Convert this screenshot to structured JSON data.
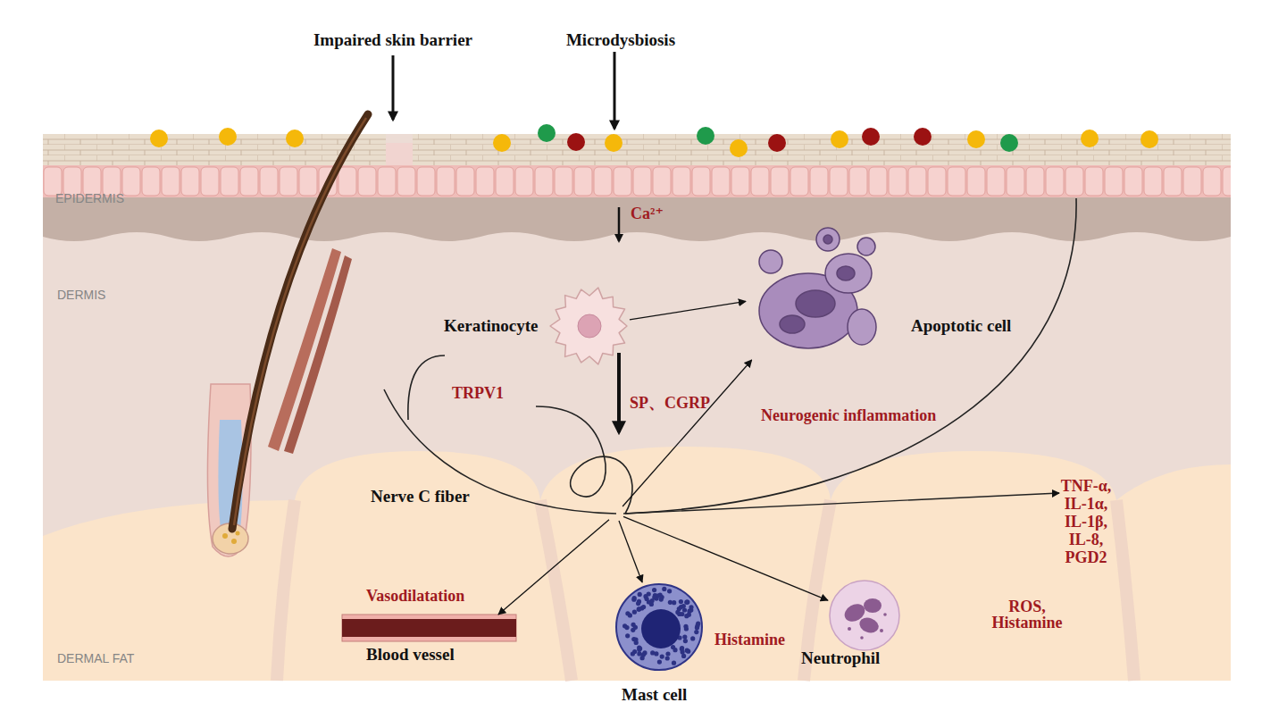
{
  "diagram": {
    "nodes": [
      {
        "text": [
          "Keratinocyte"
        ]
      },
      {
        "text": [
          "Apoptotic cell"
        ]
      },
      {
        "text": [
          "Nerve C fiber"
        ]
      },
      {
        "text": [
          "Vasodilatation",
          "Blood vessel"
        ]
      },
      {
        "text": [
          "Mast cell",
          "Histamine"
        ]
      },
      {
        "text": [
          "ROS, Histamine",
          "Neutrophil"
        ]
      }
    ],
    "edges": [
      {
        "from": 0,
        "to": 1,
        "arrow": "to"
      },
      {
        "from": 2,
        "to": 1,
        "arrow": "to"
      },
      {
        "from": 2,
        "to": 3,
        "arrow": "to"
      },
      {
        "from": 2,
        "to": 4,
        "arrow": "to"
      },
      {
        "from": 2,
        "to": 5,
        "arrow": "to"
      }
    ],
    "labels": [
      "Impaired skin barrier",
      "Microdysbiosis",
      "EPIDERMIS",
      "DERMIS",
      "DERMAL FAT",
      "Ca²⁺",
      "TRPV1",
      "SP、CGRP",
      "Neurogenic inflammation",
      "TNF-α, IL-1α, IL-1β, IL-8, PGD2"
    ]
  }
}
